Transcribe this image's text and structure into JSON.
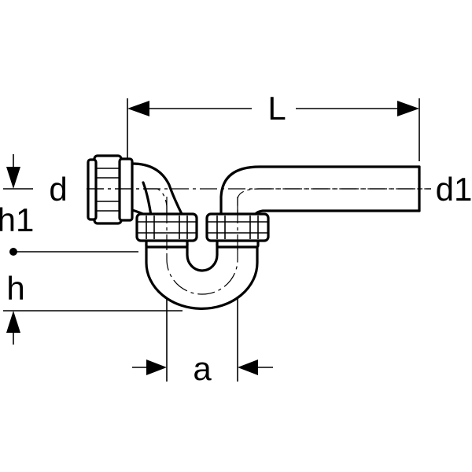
{
  "labels": {
    "length": "L",
    "inlet_diameter": "d",
    "outlet_diameter": "d1",
    "inlet_height": "h1",
    "trap_height": "h",
    "axis_spacing": "a"
  },
  "colors": {
    "line": "#000000",
    "background": "#ffffff"
  },
  "icons": {
    "arrow": "filled-triangle-arrowhead",
    "reference_point": "filled-dot"
  }
}
